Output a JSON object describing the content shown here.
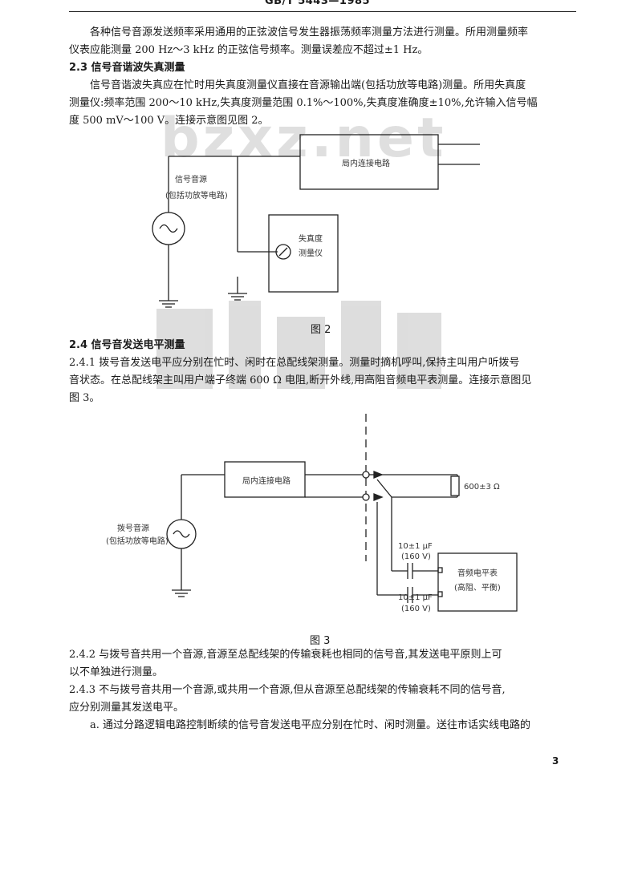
{
  "header": {
    "standard": "GB/T 5443—1985"
  },
  "paragraphs": {
    "p1_l1": "各种信号音源发送频率采用通用的正弦波信号发生器振荡频率测量方法进行测量。所用测量频率",
    "p1_l2": "仪表应能测量 200 Hz～3 kHz 的正弦信号频率。测量误差应不超过±1 Hz。",
    "s23_heading": "2.3  信号音谐波失真测量",
    "p2_l1": "信号音谐波失真应在忙时用失真度测量仪直接在音源输出端(包括功放等电路)测量。所用失真度",
    "p2_l2": "测量仪:频率范围 200～10 kHz,失真度测量范围 0.1%～100%,失真度准确度±10%,允许输入信号幅",
    "p2_l3": "度 500 mV～100 V。连接示意图见图 2。",
    "s24_heading": "2.4  信号音发送电平测量",
    "p241_l1": "2.4.1   拨号音发送电平应分别在忙时、闲时在总配线架测量。测量时摘机呼叫,保持主叫用户听拨号",
    "p241_l2": "音状态。在总配线架主叫用户端子终端 600 Ω 电阻,断开外线,用高阻音频电平表测量。连接示意图见",
    "p241_l3": "图 3。",
    "p242_l1": "2.4.2   与拨号音共用一个音源,音源至总配线架的传输衰耗也相同的信号音,其发送电平原则上可",
    "p242_l2": "以不单独进行测量。",
    "p243_l1": "2.4.3   不与拨号音共用一个音源,或共用一个音源,但从音源至总配线架的传输衰耗不同的信号音,",
    "p243_l2": "应分别测量其发送电平。",
    "pa_l1": "a.    通过分路逻辑电路控制断续的信号音发送电平应分别在忙时、闲时测量。送往市话实线电路的"
  },
  "figure2": {
    "caption": "图 2",
    "source_label_1": "信号音源",
    "source_label_2": "(包括功放等电路)",
    "box_label": "局内连接电路",
    "meter_label_1": "失真度",
    "meter_label_2": "测量仪"
  },
  "figure3": {
    "caption": "图 3",
    "source_label_1": "拨号音源",
    "source_label_2": "(包括功放等电路)",
    "box_label": "局内连接电路",
    "resistor_label": "600±3 Ω",
    "cap1_label_1": "10±1 μF",
    "cap1_label_2": "(160 V)",
    "cap2_label_1": "10±1 μF",
    "cap2_label_2": "(160 V)",
    "meter_label_1": "音频电平表",
    "meter_label_2": "(高阻、平衡)"
  },
  "watermark": "bzxz.net",
  "page_number": "3"
}
